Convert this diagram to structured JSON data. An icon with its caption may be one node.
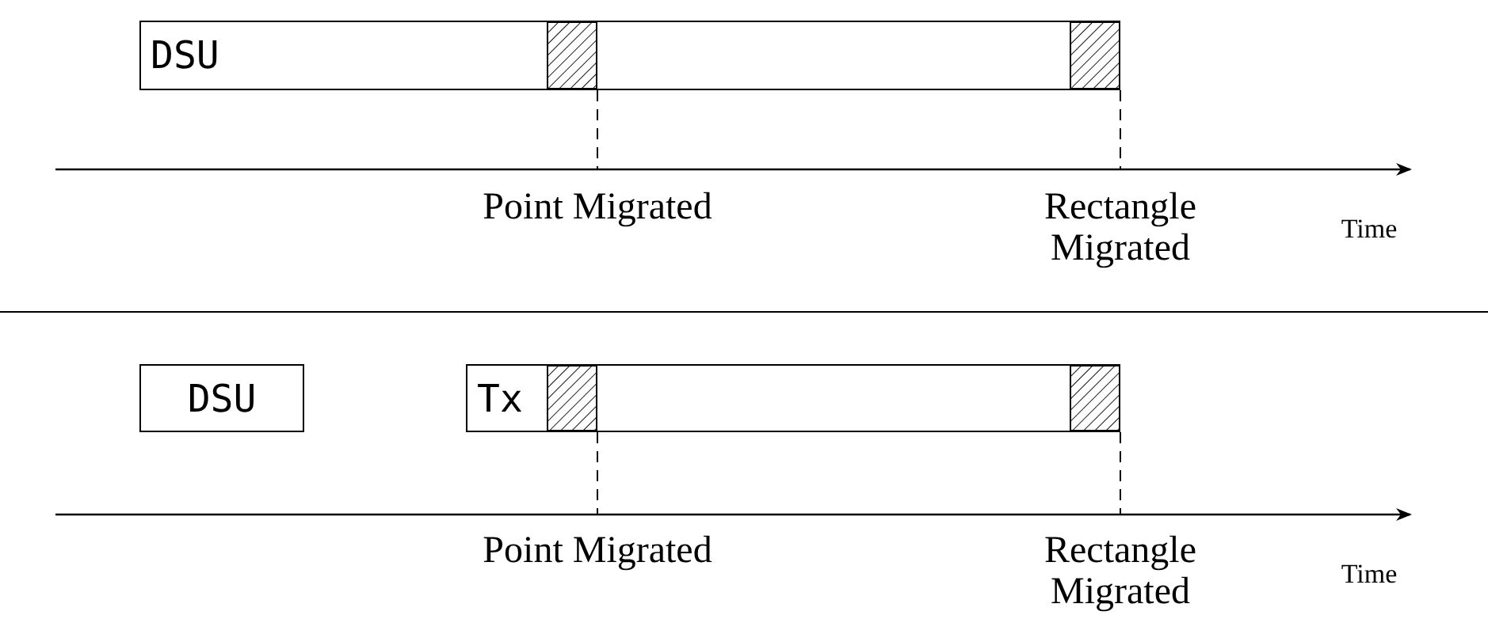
{
  "diagram": {
    "nodes": [
      {
        "text": [
          "DSU"
        ]
      },
      {
        "text": [
          "DSU"
        ]
      },
      {
        "text": [
          "Tx"
        ]
      }
    ],
    "labels": [
      "Point Migrated",
      "Rectangle Migrated",
      "Time",
      "Point Migrated",
      "Rectangle Migrated",
      "Time"
    ]
  }
}
